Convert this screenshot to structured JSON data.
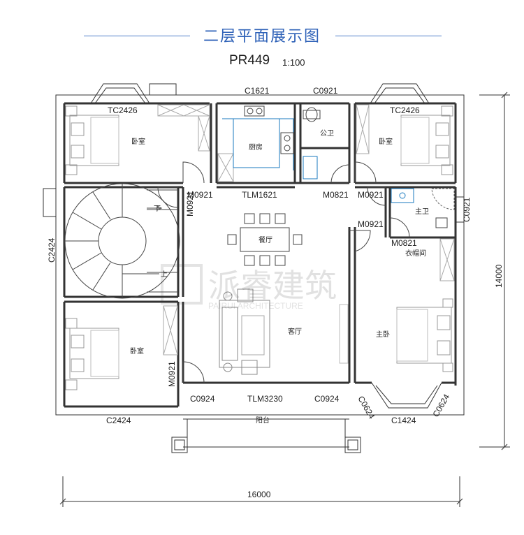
{
  "title": "二层平面展示图",
  "plan_code": "PR449",
  "scale": "1:100",
  "watermark": {
    "text": "派睿建筑",
    "sub": "PAIRUI ARCHITECTURE"
  },
  "rooms": {
    "bedroom_nw": "卧室",
    "kitchen": "厨房",
    "public_bath": "公卫",
    "bedroom_ne": "卧室",
    "dining": "餐厅",
    "master_bath": "主卫",
    "closet": "衣帽间",
    "living": "客厅",
    "master_bedroom": "主卧",
    "bedroom_sw": "卧室",
    "balcony": "阳台"
  },
  "stair": {
    "down": "下",
    "up": "上"
  },
  "labels": {
    "c1621": "C1621",
    "c0921_top": "C0921",
    "tc2426_left": "TC2426",
    "tc2426_right": "TC2426",
    "m0921_a": "M0921",
    "tlm1621": "TLM1621",
    "m0821_a": "M0821",
    "m0921_b": "M0921",
    "m0921_c": "M0921",
    "c0921_right": "C0921",
    "m0921_vert": "M0921",
    "m0821_b": "M0821",
    "c2424_left": "C2424",
    "m0921_sw": "M0921",
    "c0924_left": "C0924",
    "tlm3230": "TLM3230",
    "c0924_right": "C0924",
    "c0624_left": "C0624",
    "c1424": "C1424",
    "c0624_right": "C0624",
    "c2424_bottom": "C2424"
  },
  "dimensions": {
    "width": "16000",
    "depth": "14000"
  }
}
